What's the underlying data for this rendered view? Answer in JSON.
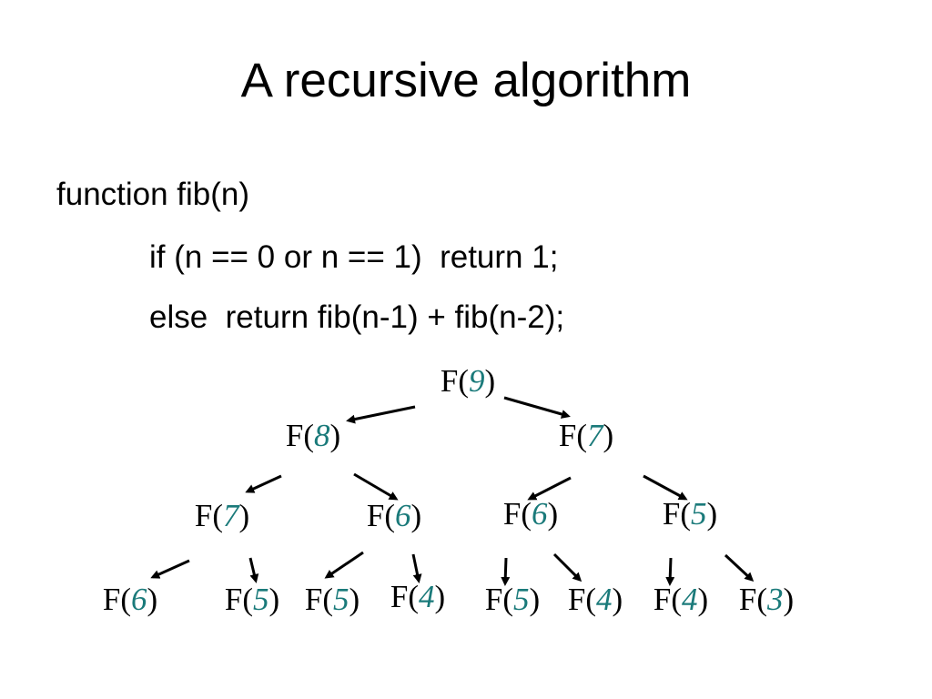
{
  "slide": {
    "title": "A recursive algorithm",
    "code": [
      "function fib(n)",
      "if (n == 0 or n == 1)  return 1;",
      "else  return fib(n-1) + fib(n-2);"
    ]
  },
  "tree": {
    "accent_color": "#1a7a7a",
    "nodes": [
      {
        "id": "n9",
        "label": "F(",
        "arg": "9",
        "close": ")"
      },
      {
        "id": "n8",
        "label": "F(",
        "arg": "8",
        "close": ")"
      },
      {
        "id": "n7",
        "label": "F(",
        "arg": "7",
        "close": ")"
      },
      {
        "id": "n87",
        "label": "F(",
        "arg": "7",
        "close": ")"
      },
      {
        "id": "n86",
        "label": "F(",
        "arg": "6",
        "close": ")"
      },
      {
        "id": "n76",
        "label": "F(",
        "arg": "6",
        "close": ")"
      },
      {
        "id": "n75",
        "label": "F(",
        "arg": "5",
        "close": ")"
      },
      {
        "id": "l1",
        "label": "F(",
        "arg": "6",
        "close": ")"
      },
      {
        "id": "l2",
        "label": "F(",
        "arg": "5",
        "close": ")"
      },
      {
        "id": "l3",
        "label": "F(",
        "arg": "5",
        "close": ")"
      },
      {
        "id": "l4",
        "label": "F(",
        "arg": "4",
        "close": ")"
      },
      {
        "id": "l5",
        "label": "F(",
        "arg": "5",
        "close": ")"
      },
      {
        "id": "l6",
        "label": "F(",
        "arg": "4",
        "close": ")"
      },
      {
        "id": "l7",
        "label": "F(",
        "arg": "4",
        "close": ")"
      },
      {
        "id": "l8",
        "label": "F(",
        "arg": "3",
        "close": ")"
      }
    ],
    "edges": [
      {
        "from": "n9",
        "to": "n8"
      },
      {
        "from": "n9",
        "to": "n7"
      },
      {
        "from": "n8",
        "to": "n87"
      },
      {
        "from": "n8",
        "to": "n86"
      },
      {
        "from": "n7",
        "to": "n76"
      },
      {
        "from": "n7",
        "to": "n75"
      },
      {
        "from": "n87",
        "to": "l1"
      },
      {
        "from": "n87",
        "to": "l2"
      },
      {
        "from": "n86",
        "to": "l3"
      },
      {
        "from": "n86",
        "to": "l4"
      },
      {
        "from": "n76",
        "to": "l5"
      },
      {
        "from": "n76",
        "to": "l6"
      },
      {
        "from": "n75",
        "to": "l7"
      },
      {
        "from": "n75",
        "to": "l8"
      }
    ]
  }
}
